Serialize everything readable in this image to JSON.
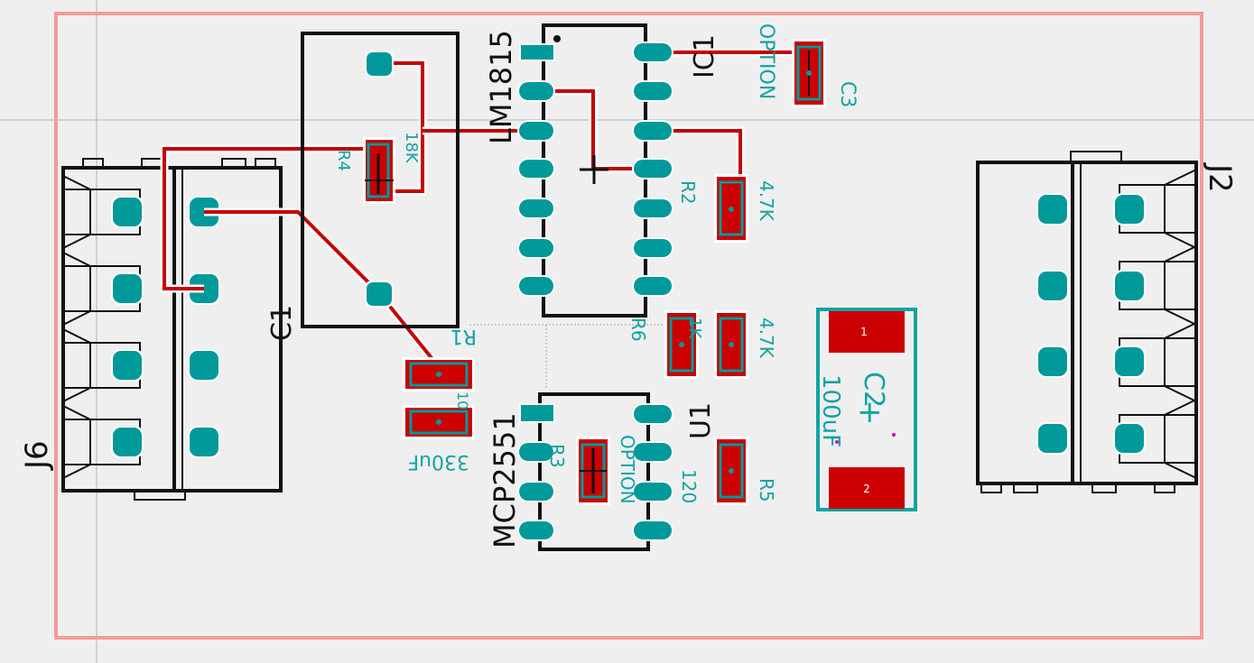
{
  "board": {
    "outline_color": "#f59a9a",
    "background": "#efefef",
    "pad_color": "#009999",
    "trace_color": "#c40000",
    "silk_color": "#111111",
    "value_text_color": "#12a3a3"
  },
  "labels": {
    "ic1_value": "LM1815",
    "ic1_name": "IC1",
    "u1_value": "MCP2551",
    "u1_name": "U1",
    "j6": "J6",
    "j2": "J2",
    "c1": "C1",
    "c3": "C3",
    "c3_value": "OPTION",
    "c2": "C2",
    "c2_value": "100uF",
    "r1": "R1",
    "r2": "R2",
    "r2_value": "4.7K",
    "r4": "R4",
    "r4_value": "18K",
    "r5": "R5",
    "r5_value": "120",
    "r6": "R6",
    "r6_value": "1K",
    "r7_value": "4.7K",
    "r3": "R3",
    "r3_value": "OPTION",
    "c1_value": "330uF",
    "misc_value": "10",
    "pad_num_1": "1",
    "pad_num_2": "2"
  }
}
